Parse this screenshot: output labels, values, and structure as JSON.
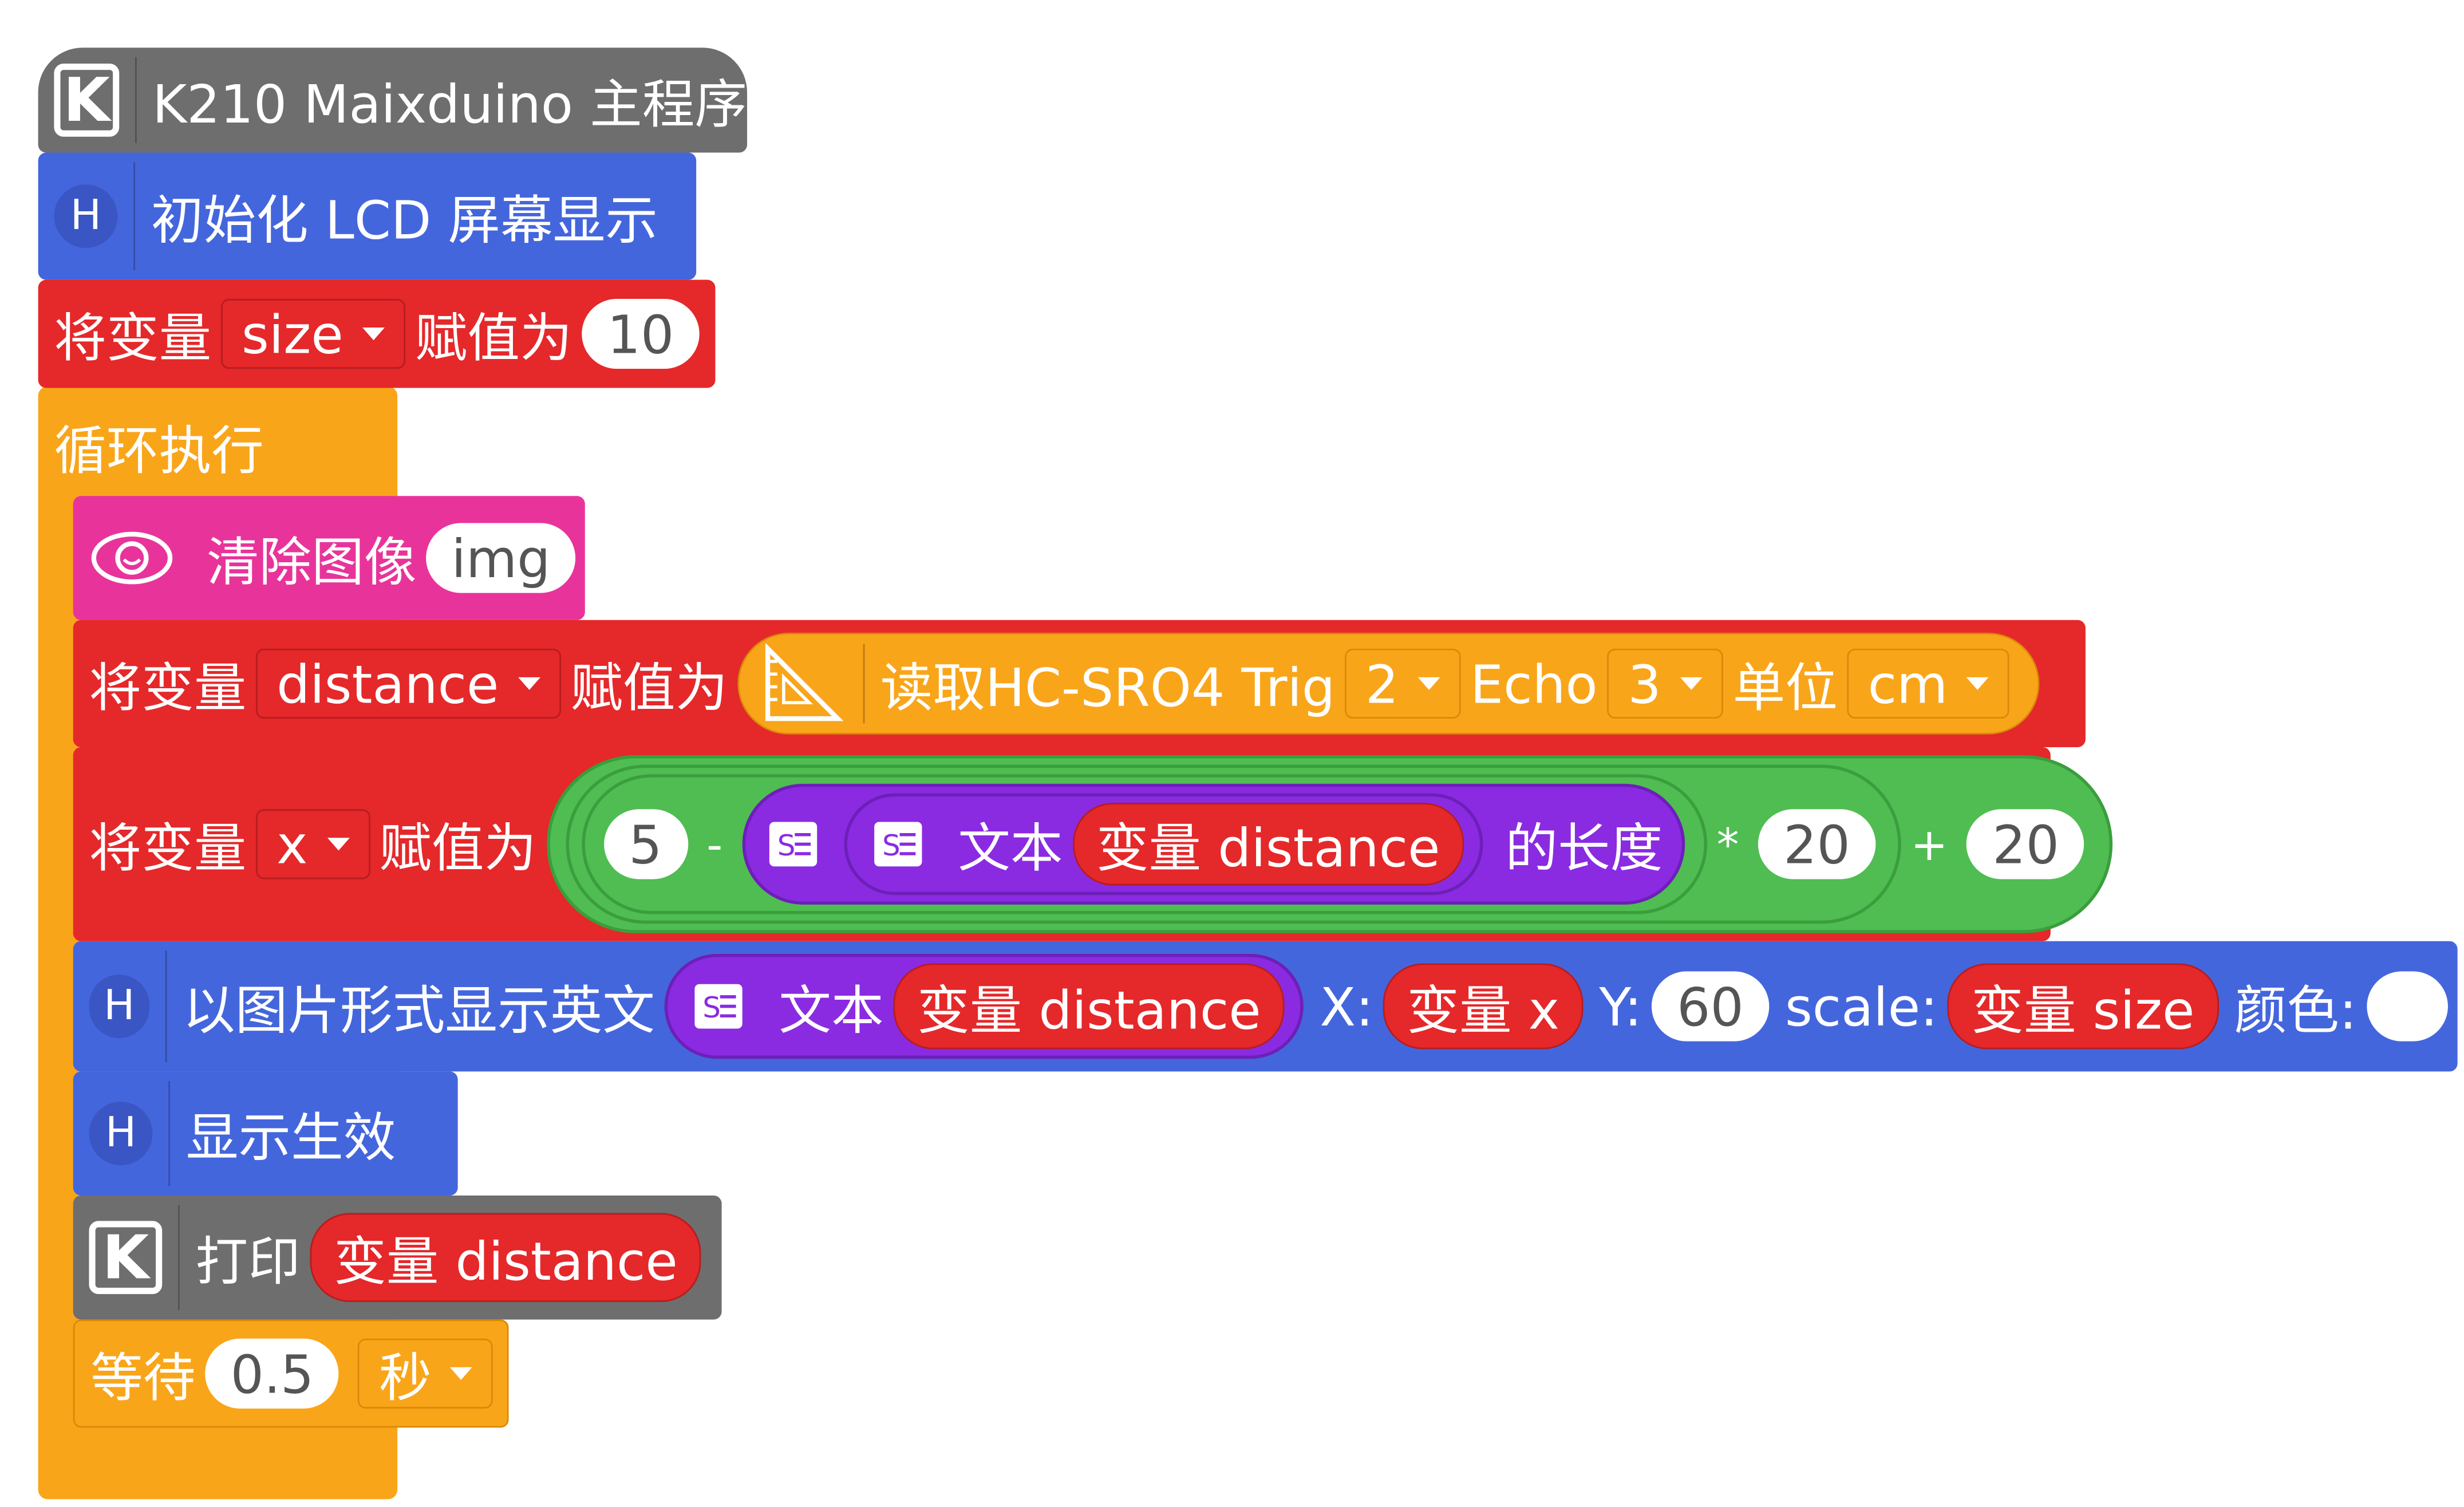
{
  "main_program": {
    "label": "K210 Maixduino 主程序",
    "icon": "k-logo-icon"
  },
  "lcd_init": {
    "label": "初始化 LCD 屏幕显示",
    "icon": "h-icon"
  },
  "set_size": {
    "prefix": "将变量",
    "var": "size",
    "assign": "赋值为",
    "value": "10"
  },
  "loop": {
    "label": "循环执行"
  },
  "clear_image": {
    "label": "清除图像",
    "target": "img",
    "icon": "eye-icon"
  },
  "set_distance": {
    "prefix": "将变量",
    "var": "distance",
    "assign": "赋值为",
    "sensor_label": "读取HC-SRO4 Trig",
    "trig": "2",
    "echo_label": "Echo",
    "echo": "3",
    "unit_label": "单位",
    "unit": "cm",
    "icon": "ruler-triangle-icon"
  },
  "set_x": {
    "prefix": "将变量",
    "var": "x",
    "assign": "赋值为",
    "num_5": "5",
    "minus": "-",
    "text_label": "文本",
    "var_ref": "变量 distance",
    "length_label": "的长度",
    "times": "*",
    "num_20a": "20",
    "plus": "+",
    "num_20b": "20"
  },
  "show_text": {
    "label": "以图片形式显示英文",
    "text_label": "文本",
    "var_ref": "变量 distance",
    "x_label": "X:",
    "x_var": "变量 x",
    "y_label": "Y:",
    "y_value": "60",
    "scale_label": "scale:",
    "scale_var": "变量 size",
    "color_label": "颜色:",
    "color_value": "#ffffff"
  },
  "display_apply": {
    "label": "显示生效"
  },
  "print": {
    "label": "打印",
    "var_ref": "变量 distance"
  },
  "wait": {
    "label": "等待",
    "value": "0.5",
    "unit": "秒"
  },
  "colors": {
    "gray": "#6e6e6e",
    "blue": "#4466dd",
    "red": "#e5282a",
    "orange": "#f9a51a",
    "pink": "#e8349a",
    "green": "#4fbd52",
    "purple": "#8a2be2"
  }
}
